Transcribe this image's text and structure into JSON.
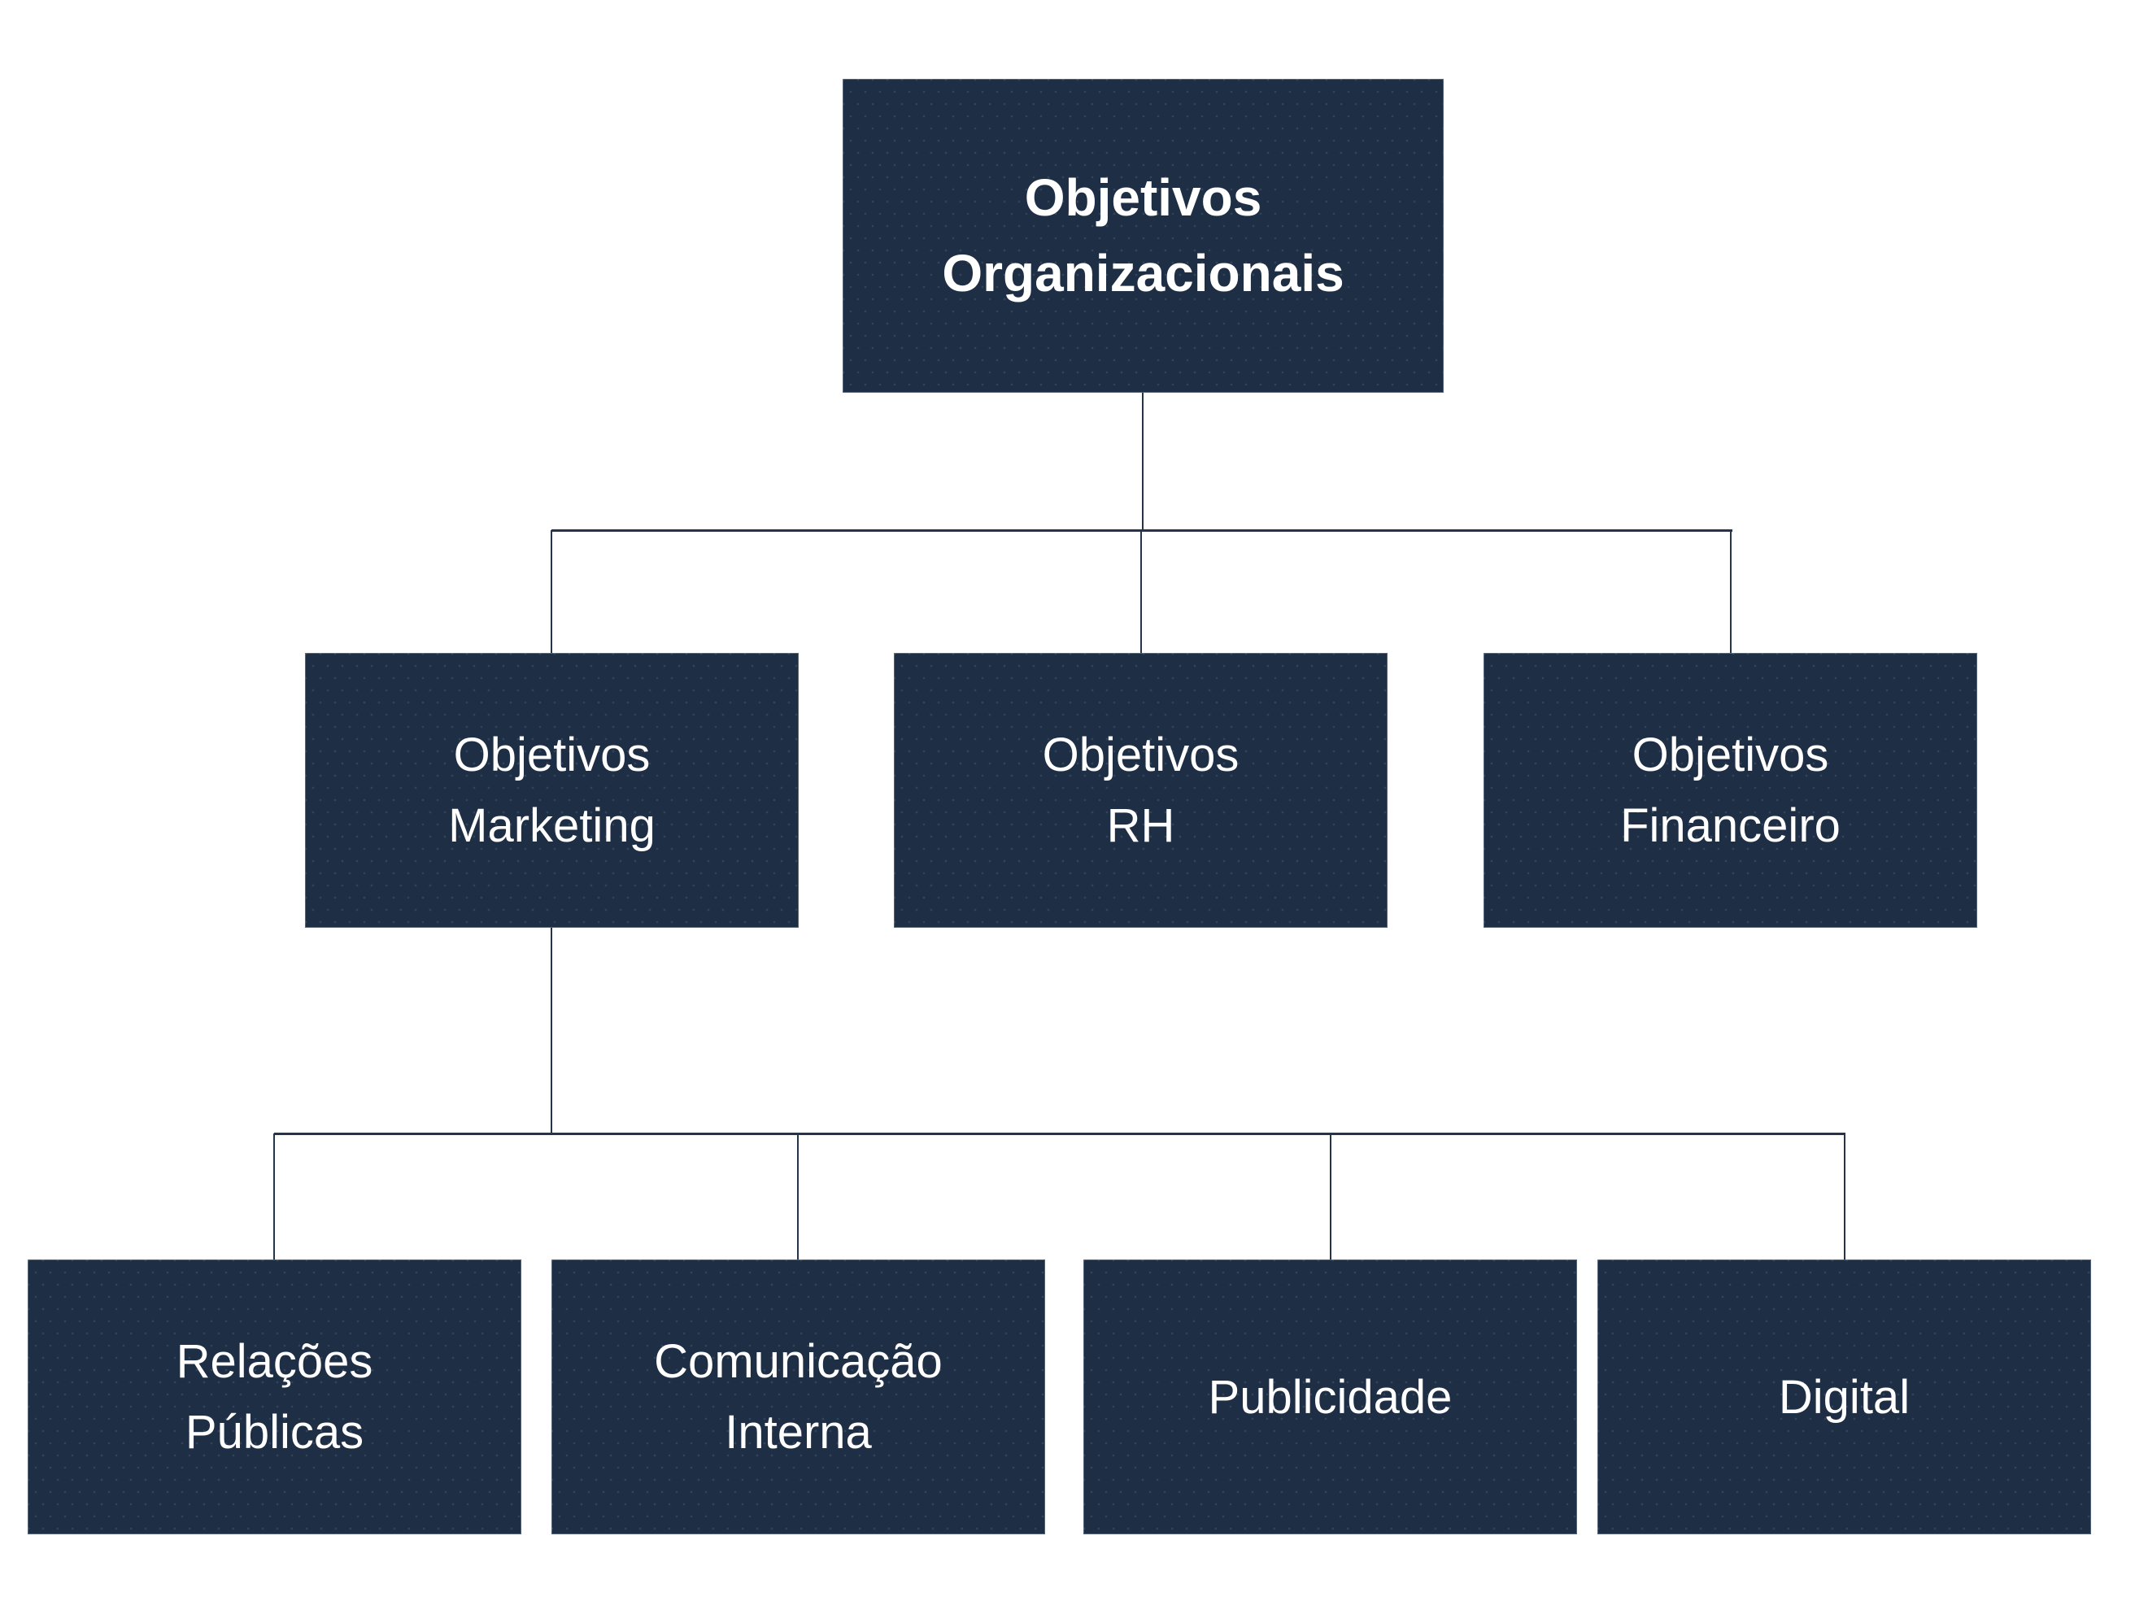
{
  "diagram": {
    "type": "org-chart",
    "colors": {
      "node_fill": "#1e2e44",
      "node_text": "#ffffff",
      "connector_line": "#24344b",
      "background": "#ffffff"
    },
    "root": {
      "id": "objetivos-organizacionais",
      "label": "Objetivos\nOrganizacionais",
      "children": [
        {
          "id": "objetivos-marketing",
          "label": "Objetivos\nMarketing",
          "children": [
            {
              "id": "relacoes-publicas",
              "label": "Relações\nPúblicas"
            },
            {
              "id": "comunicacao-interna",
              "label": "Comunicação\nInterna"
            },
            {
              "id": "publicidade",
              "label": "Publicidade"
            },
            {
              "id": "digital",
              "label": "Digital"
            }
          ]
        },
        {
          "id": "objetivos-rh",
          "label": "Objetivos\nRH"
        },
        {
          "id": "objetivos-financeiro",
          "label": "Objetivos\nFinanceiro"
        }
      ]
    }
  }
}
